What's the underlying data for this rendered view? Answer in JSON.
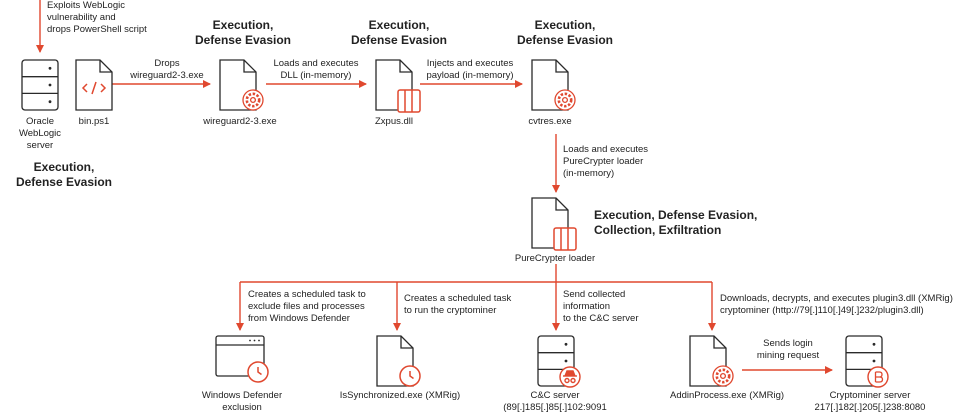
{
  "colors": {
    "accent": "#e0482f",
    "ink": "#2a2a2a"
  },
  "phase_labels": {
    "weblogic": "Execution,\nDefense Evasion",
    "wireguard": "Execution,\nDefense Evasion",
    "zxpus": "Execution,\nDefense Evasion",
    "cvtres": "Execution,\nDefense Evasion",
    "purecrypter": "Execution, Defense Evasion,\nCollection, Exfiltration"
  },
  "nodes": {
    "weblogic": {
      "label": "Oracle\nWebLogic\nserver",
      "icon": "server-icon"
    },
    "bin": {
      "label": "bin.ps1",
      "icon": "script-file-icon"
    },
    "wireguard": {
      "label": "wireguard2-3.exe",
      "icon": "gear-file-icon"
    },
    "zxpus": {
      "label": "Zxpus.dll",
      "icon": "dll-file-icon"
    },
    "cvtres": {
      "label": "cvtres.exe",
      "icon": "gear-file-icon"
    },
    "purecrypter": {
      "label": "PureCrypter loader",
      "icon": "dll-file-icon"
    },
    "defender": {
      "label": "Windows Defender\nexclusion",
      "icon": "window-clock-icon"
    },
    "issync": {
      "label": "IsSynchronized.exe (XMRig)",
      "icon": "clock-file-icon"
    },
    "cnc": {
      "label": "C&C server\n(89[.]185[.]85[.]102:9091",
      "icon": "spy-server-icon"
    },
    "addin": {
      "label": "AddinProcess.exe (XMRig)",
      "icon": "gear-file-icon"
    },
    "miner": {
      "label": "Cryptominer server\n217[.]182[.]205[.]238:8080",
      "icon": "coin-server-icon"
    }
  },
  "edges": {
    "exploit": "Exploits WebLogic\nvulnerability and\ndrops PowerShell script",
    "drops": "Drops\nwireguard2-3.exe",
    "loads_dll": "Loads and executes\nDLL (in-memory)",
    "injects": "Injects and executes\npayload (in-memory)",
    "loads_pc": "Loads and executes\nPureCrypter loader\n(in-memory)",
    "sched_exclude": "Creates a scheduled task to\nexclude files and processes\nfrom Windows Defender",
    "sched_miner": "Creates a scheduled task\nto run the cryptominer",
    "send_info": "Send collected\ninformation\nto the C&C server",
    "download": "Downloads, decrypts, and executes plugin3.dll (XMRig)\ncryptominer (http://79[.]110[.]49[.]232/plugin3.dll)",
    "login": "Sends login\nmining request"
  }
}
